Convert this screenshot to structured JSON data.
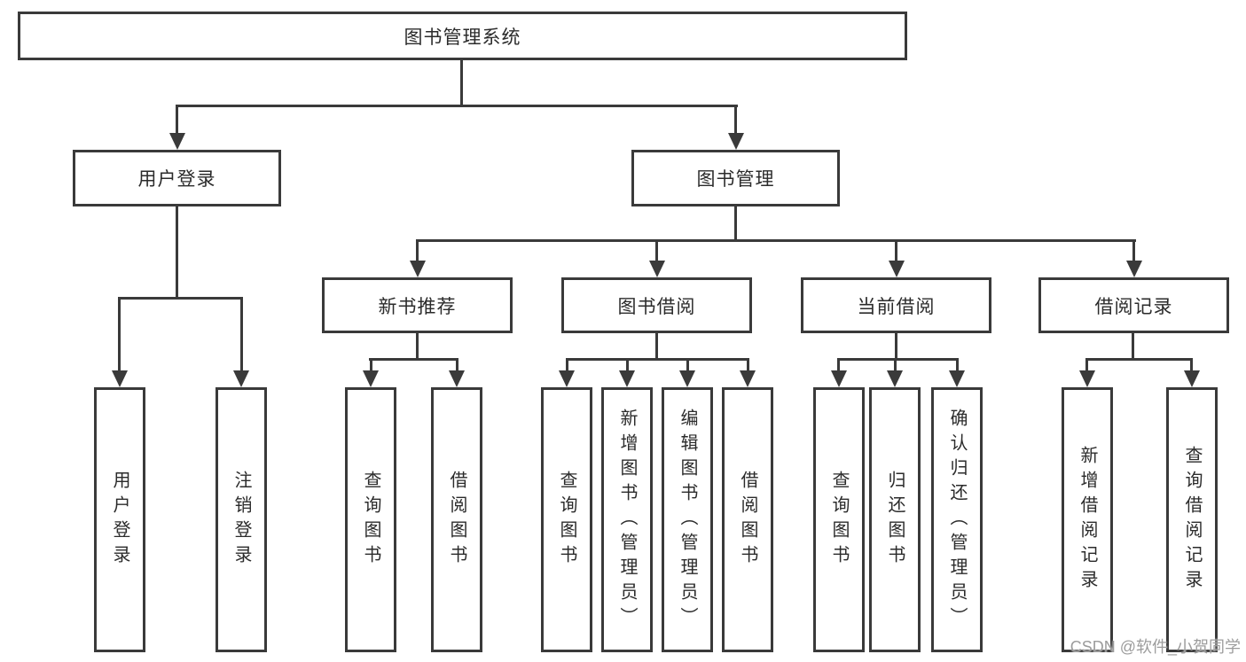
{
  "diagram": {
    "root": {
      "label": "图书管理系统"
    },
    "level2": [
      {
        "label": "用户登录"
      },
      {
        "label": "图书管理"
      }
    ],
    "level3": [
      {
        "label": "新书推荐"
      },
      {
        "label": "图书借阅"
      },
      {
        "label": "当前借阅"
      },
      {
        "label": "借阅记录"
      }
    ],
    "leaves": {
      "user_login": [
        "用户登录",
        "注销登录"
      ],
      "new_book": [
        "查询图书",
        "借阅图书"
      ],
      "book_borrow": [
        "查询图书",
        "新增图书（管理员）",
        "编辑图书（管理员）",
        "借阅图书"
      ],
      "current_borrow": [
        "查询图书",
        "归还图书",
        "确认归还（管理员）"
      ],
      "borrow_record": [
        "新增借阅记录",
        "查询借阅记录"
      ]
    }
  },
  "watermark": "CSDN @软件_小贺同学",
  "colors": {
    "line": "#3a3a3a",
    "text": "#2b2b2b",
    "background": "#ffffff",
    "watermark": "#9c9c9c"
  }
}
